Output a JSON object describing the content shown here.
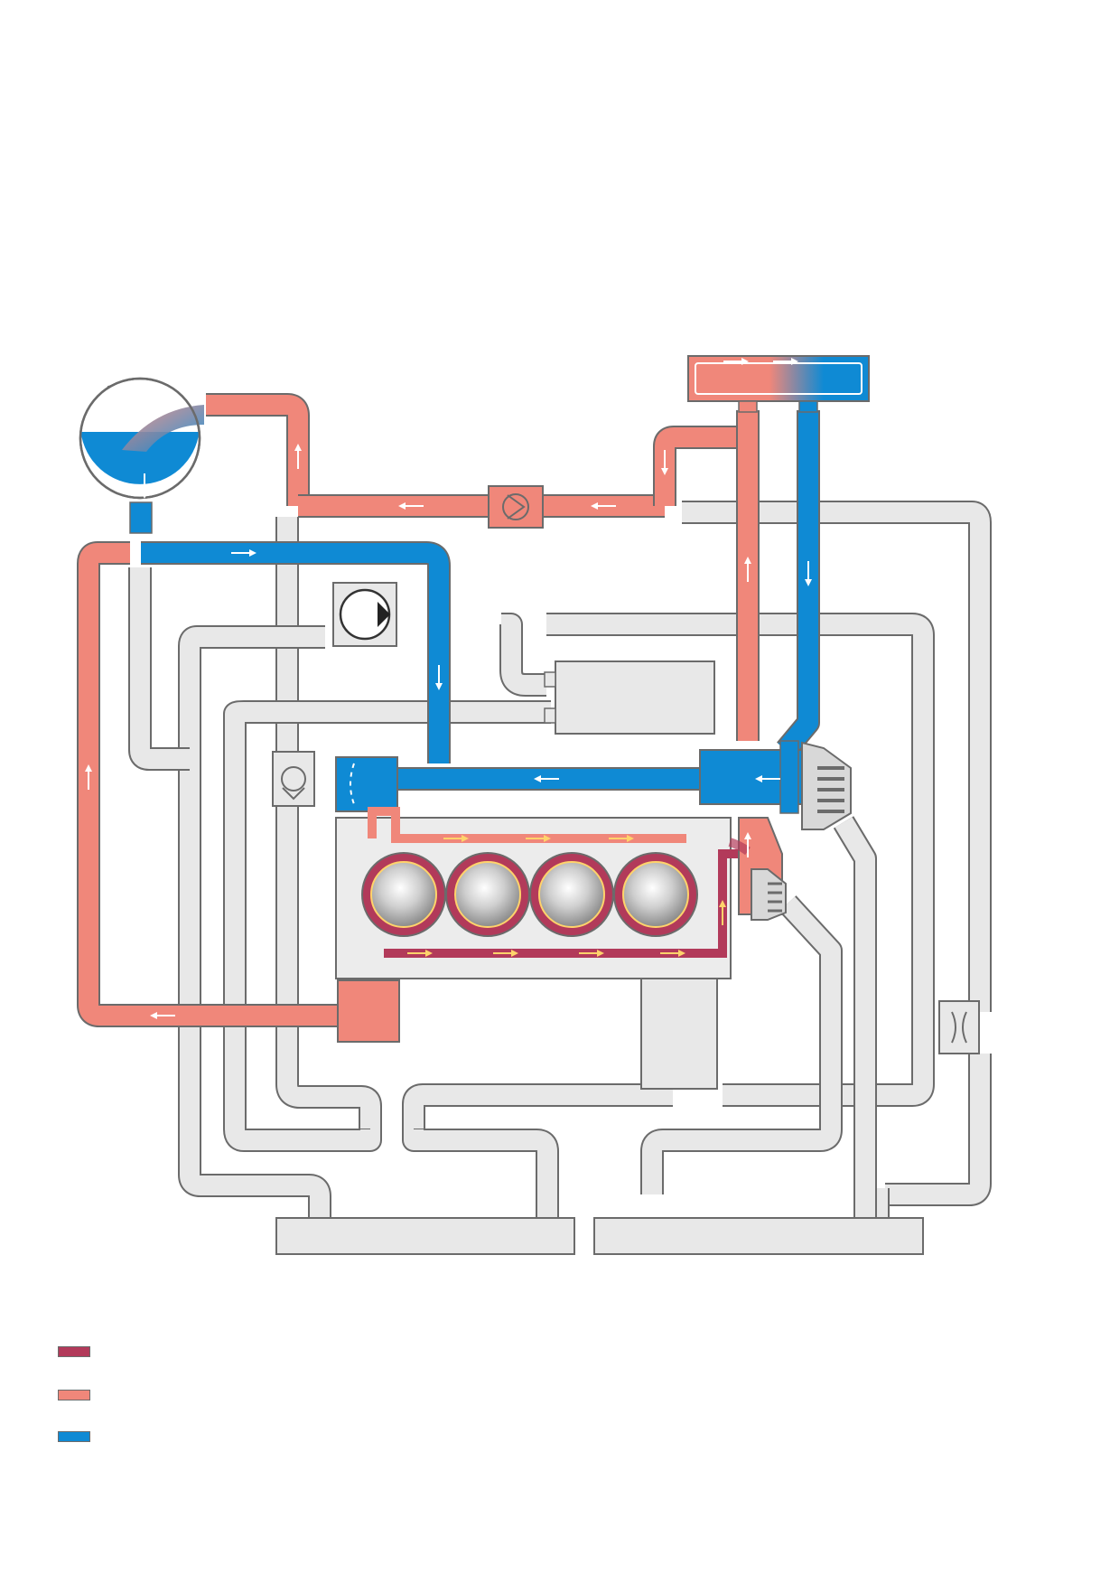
{
  "colors": {
    "hot": "#f0877a",
    "very_hot": "#b23a5a",
    "cold": "#0f8ad4",
    "inactive": "#e8e8e8",
    "outline": "#6b6b6b",
    "arrow": "#ffffff",
    "arrow_hot": "#ffd36b"
  },
  "legend": [
    {
      "key": "very_hot",
      "label": ""
    },
    {
      "key": "hot",
      "label": ""
    },
    {
      "key": "cold",
      "label": ""
    }
  ],
  "components": {
    "expansion_tank": "expansion-tank",
    "radiator": "radiator",
    "coolant_pump": "coolant-pump",
    "heater_valve": "heater-check-valve",
    "engine_block": "engine-block",
    "thermostat": "thermostat",
    "oil_cooler": "oil-cooler",
    "heater_core_left": "heater-core-left",
    "heater_core_right": "heater-core-right",
    "restrictor": "restrictor"
  }
}
